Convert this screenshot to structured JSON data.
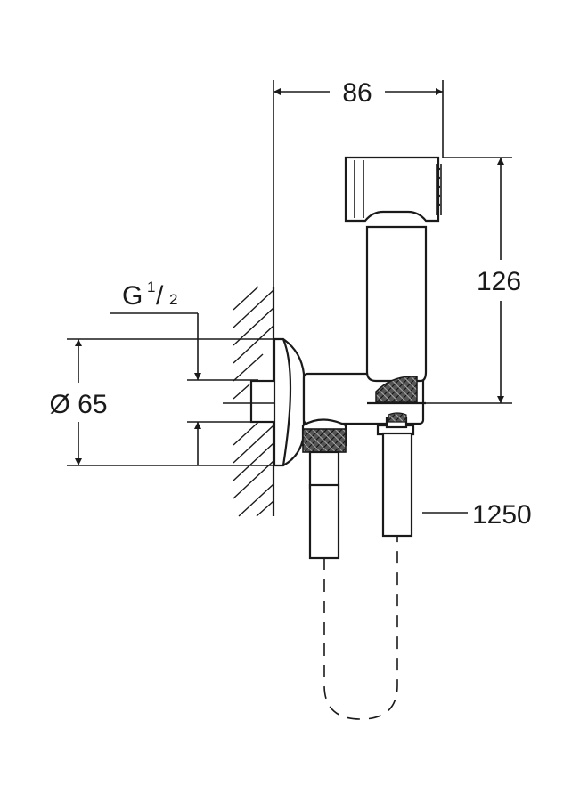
{
  "dimensions": {
    "width_label": "86",
    "height_label": "126",
    "diameter_label": "Ø 65",
    "thread_prefix": "G",
    "thread_num": "1",
    "thread_slash": "/",
    "thread_den": "2",
    "hose_length_label": "1250"
  },
  "colors": {
    "line": "#1a1a1a",
    "background": "#ffffff",
    "knurl": "#444444"
  }
}
